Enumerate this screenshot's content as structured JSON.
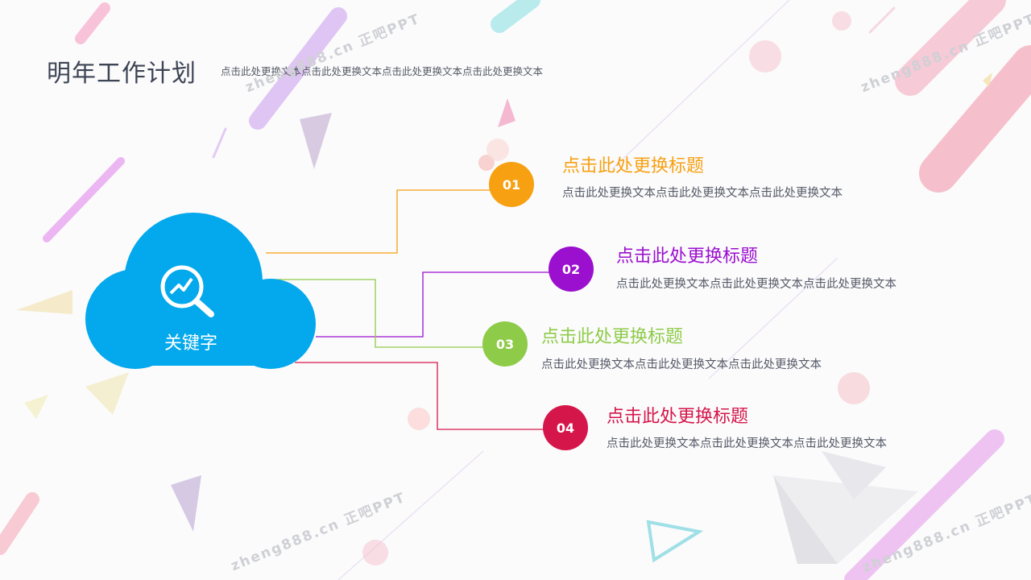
{
  "page": {
    "title": "明年工作计划",
    "subtitle": "点击此处更换文本点击此处更换文本点击此处更换文本点击此处更换文本"
  },
  "cloud": {
    "label": "关键字",
    "icon": "search-chart-icon",
    "color": "#03a9ec"
  },
  "items": [
    {
      "number": "01",
      "title": "点击此处更换标题",
      "text": "点击此处更换文本点击此处更换文本点击此处更换文本",
      "color": "#f7a012"
    },
    {
      "number": "02",
      "title": "点击此处更换标题",
      "text": "点击此处更换文本点击此处更换文本点击此处更换文本",
      "color": "#9b0fce"
    },
    {
      "number": "03",
      "title": "点击此处更换标题",
      "text": "点击此处更换文本点击此处更换文本点击此处更换文本",
      "color": "#8ecb48"
    },
    {
      "number": "04",
      "title": "点击此处更换标题",
      "text": "点击此处更换文本点击此处更换文本点击此处更换文本",
      "color": "#d5164a"
    }
  ],
  "watermark": "zheng888.cn 正吧PPT"
}
